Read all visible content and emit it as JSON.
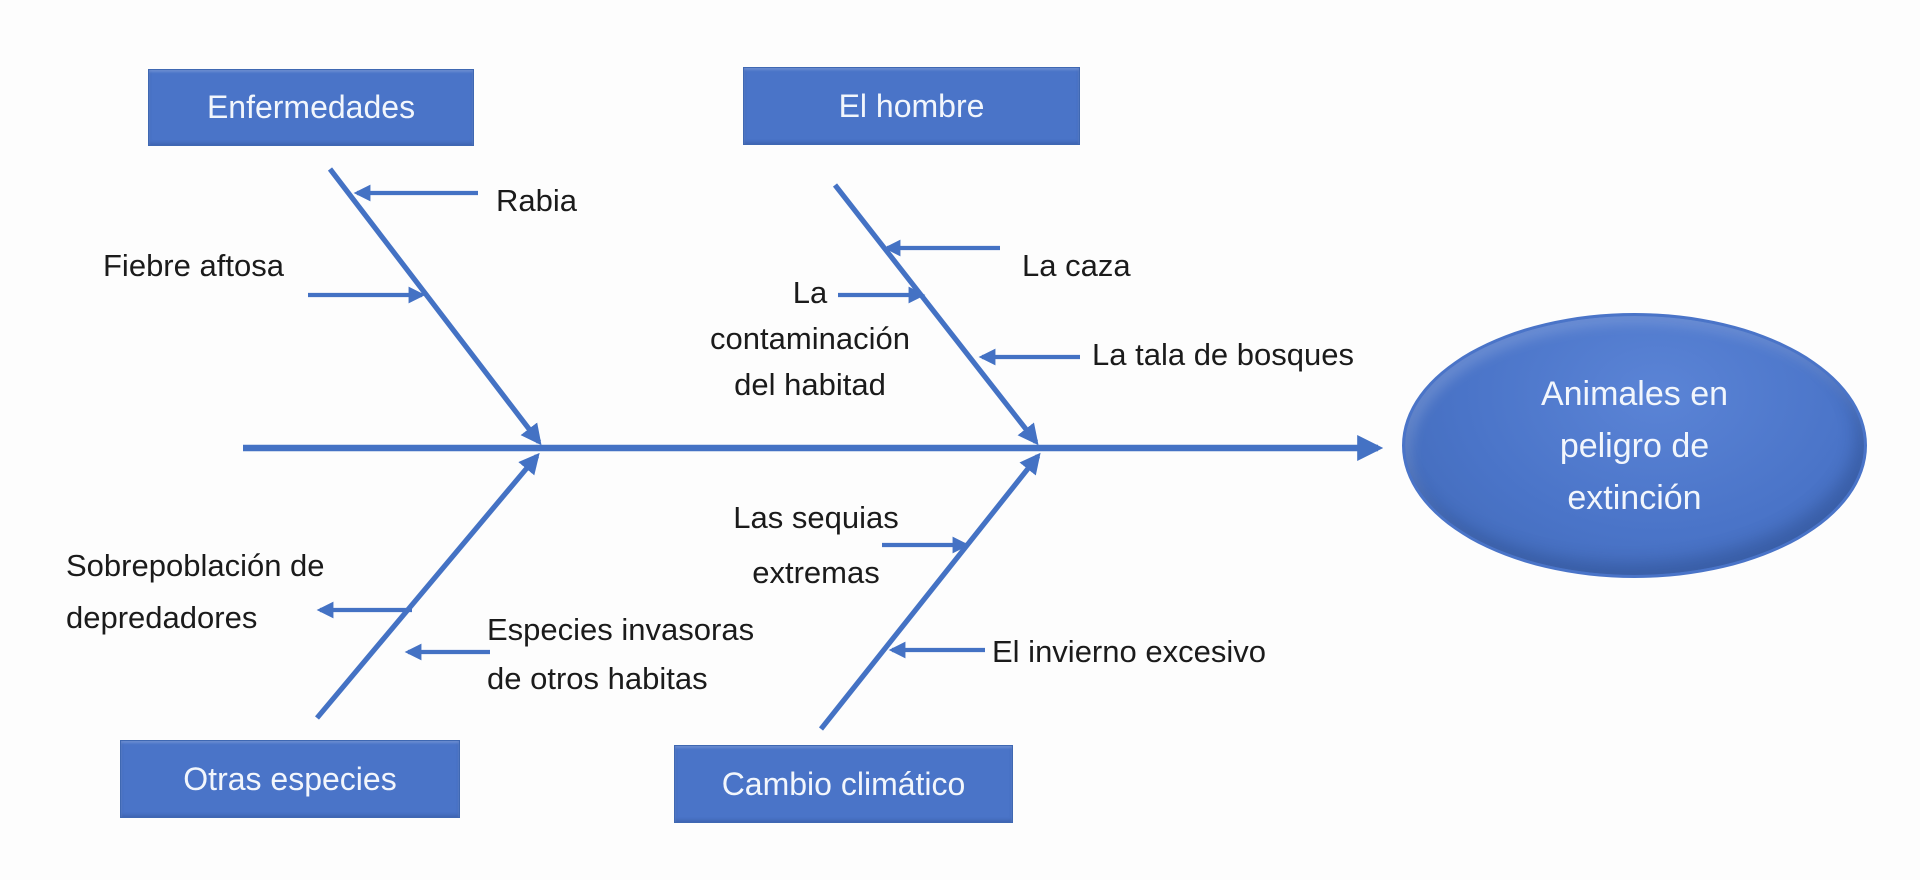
{
  "colors": {
    "shape_fill": "#4a74c8",
    "shape_border": "#3f68b2",
    "line": "#4472c4",
    "shape_text": "#f2f6fc",
    "cause_text": "#1b1b1b",
    "background": "#fdfdfd"
  },
  "diagram_type": "fishbone-cause-effect",
  "effect": {
    "lines": [
      "Animales en",
      "peligro de",
      "extinción"
    ]
  },
  "categories": [
    {
      "label": "Enfermedades",
      "position": "top-left"
    },
    {
      "label": "El hombre",
      "position": "top-middle"
    },
    {
      "label": "Otras especies",
      "position": "bottom-left"
    },
    {
      "label": "Cambio climático",
      "position": "bottom-middle"
    }
  ],
  "causes": {
    "rabia": {
      "category": "Enfermedades",
      "lines": [
        "Rabia"
      ]
    },
    "fiebre_aftosa": {
      "category": "Enfermedades",
      "lines": [
        "Fiebre aftosa"
      ]
    },
    "la_caza": {
      "category": "El hombre",
      "lines": [
        "La caza"
      ]
    },
    "contaminacion": {
      "category": "El hombre",
      "lines": [
        "La",
        "contaminación",
        "del habitad"
      ]
    },
    "tala_bosques": {
      "category": "El hombre",
      "lines": [
        "La tala de bosques"
      ]
    },
    "sobrepoblacion": {
      "category": "Otras especies",
      "lines": [
        "Sobrepoblación de",
        "depredadores"
      ]
    },
    "especies_invasoras": {
      "category": "Otras especies",
      "lines": [
        "Especies invasoras",
        "de otros habitas"
      ]
    },
    "sequias": {
      "category": "Cambio climático",
      "lines": [
        "Las sequias",
        "extremas"
      ]
    },
    "invierno": {
      "category": "Cambio climático",
      "lines": [
        "El invierno excesivo"
      ]
    }
  }
}
